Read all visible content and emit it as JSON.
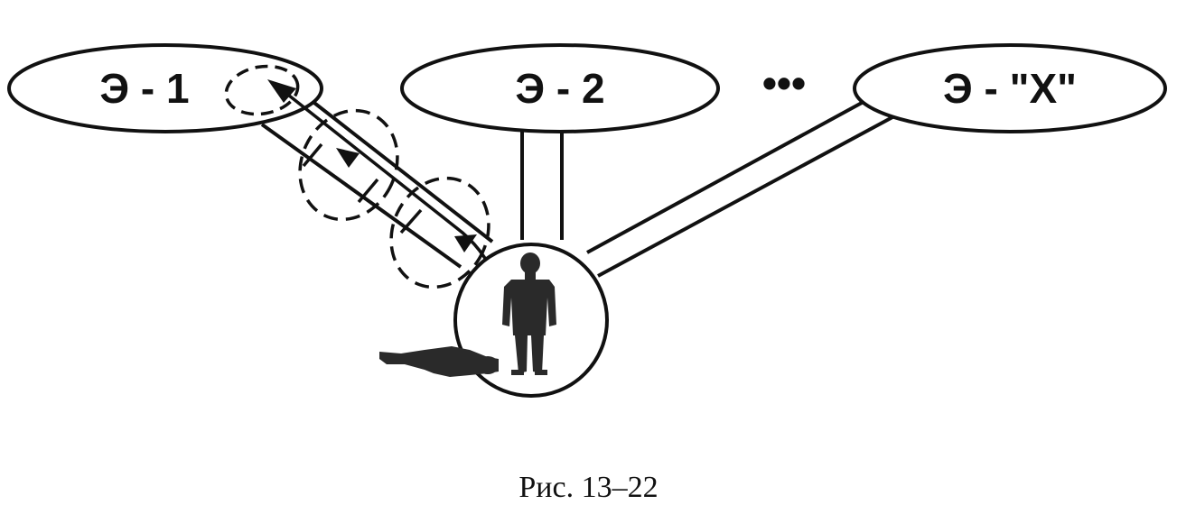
{
  "diagram": {
    "nodes": [
      {
        "id": "e1",
        "label": "Э - 1"
      },
      {
        "id": "e2",
        "label": "Э - 2"
      },
      {
        "id": "ex",
        "label": "Э - \"Х\""
      }
    ],
    "ellipsis": "•••",
    "caption": "Рис. 13–22"
  },
  "colors": {
    "stroke": "#111111",
    "figure": "#2a2a2a",
    "background": "#ffffff"
  }
}
